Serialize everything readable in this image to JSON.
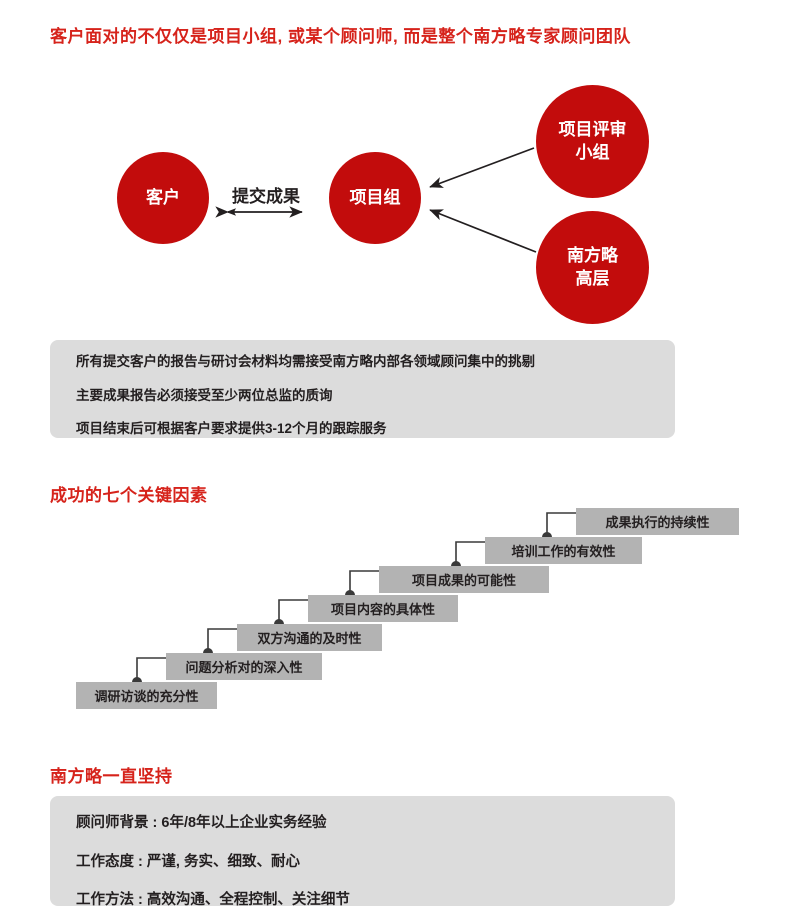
{
  "headings": {
    "main": "客户面对的不仅仅是项目小组, 或某个顾问师, 而是整个南方略专家顾问团队",
    "seven_factors": "成功的七个关键因素",
    "insist": "南方略一直坚持"
  },
  "diagram": {
    "circles": [
      {
        "id": "client",
        "label": "客户"
      },
      {
        "id": "project",
        "label": "项目组"
      },
      {
        "id": "review",
        "line1": "项目评审",
        "line2": "小组"
      },
      {
        "id": "senior",
        "line1": "南方略",
        "line2": "高层"
      }
    ],
    "arrow_label": "提交成果",
    "accent_color": "#c20c0c",
    "arrow_color": "#231f20"
  },
  "top_panel": {
    "lines": [
      "所有提交客户的报告与研讨会材料均需接受南方略内部各领域顾问集中的挑剔",
      "主要成果报告必须接受至少两位总监的质询",
      "项目结束后可根据客户要求提供3-12个月的跟踪服务"
    ],
    "background_color": "#dcdcdc"
  },
  "staircase": {
    "steps": [
      "调研访谈的充分性",
      "问题分析对的深入性",
      "双方沟通的及时性",
      "项目内容的具体性",
      "项目成果的可能性",
      "培训工作的有效性",
      "成果执行的持续性"
    ],
    "step_color": "#b3b3b3",
    "connector_color": "#3a3a3a"
  },
  "bottom_panel": {
    "lines": [
      "顾问师背景 : 6年/8年以上企业实务经验",
      "工作态度 : 严谨, 务实、细致、耐心",
      "工作方法 : 高效沟通、全程控制、关注细节"
    ],
    "background_color": "#dcdcdc"
  },
  "colors": {
    "heading_red": "#d6231b",
    "text_dark": "#231f20",
    "page_background": "#ffffff"
  }
}
